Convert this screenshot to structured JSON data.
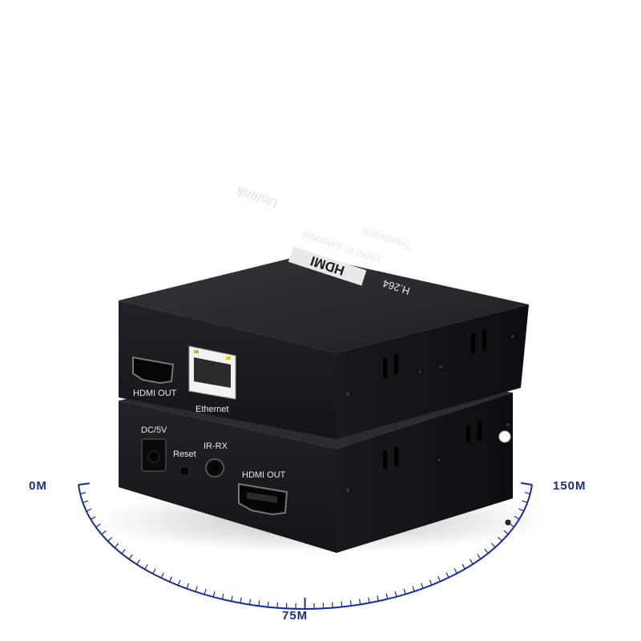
{
  "product": {
    "brand": "Unilink",
    "hdmi_logo": "HDMI",
    "codec": "H.264",
    "model": "150M IP Extender",
    "unit_name": "Transmitter"
  },
  "top_unit": {
    "ports": {
      "hdmi_out": "HDMI OUT",
      "ethernet": "Ethernet"
    }
  },
  "bottom_unit": {
    "ports": {
      "dc_in": "DC/5V",
      "reset": "Reset",
      "ir_rx": "IR-RX",
      "hdmi_out": "HDMI OUT"
    }
  },
  "distance_scale": {
    "start": "0M",
    "middle": "75M",
    "end": "150M"
  },
  "colors": {
    "background": "#ffffff",
    "case_front": "#1c1c1e",
    "case_top": "#2a2a2d",
    "case_side": "#141416",
    "label_text": "#e8e8e8",
    "scale_color": "#1a2f8a"
  }
}
